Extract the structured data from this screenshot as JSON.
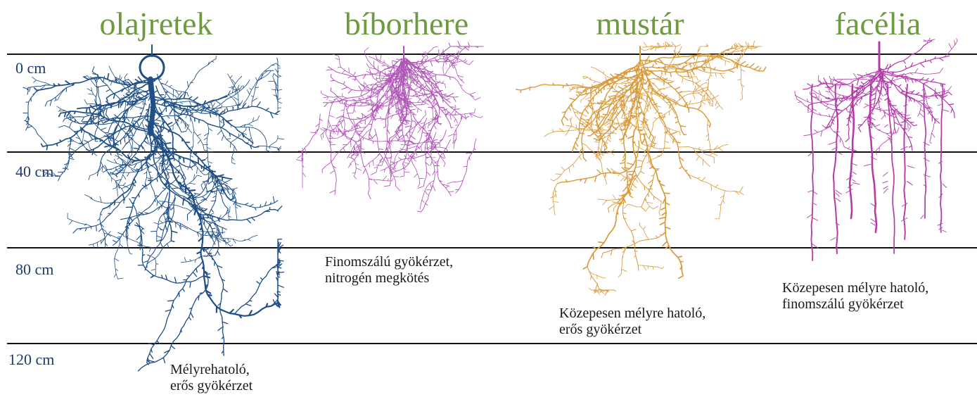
{
  "colors": {
    "title": "#6f9a3f",
    "depth_text": "#1d3a6b",
    "olajretek": "#1f4f86",
    "biborhere": "#b054b8",
    "mustar": "#d99a3a",
    "facelia": "#b33aa8",
    "lines": "#111111"
  },
  "plants": [
    {
      "key": "olajretek",
      "name": "olajretek",
      "caption": [
        "Mélyrehatoló,",
        "erős gyökérzet"
      ]
    },
    {
      "key": "biborhere",
      "name": "bíborhere",
      "caption": [
        "Finomszálú gyökérzet,",
        "nitrogén megkötés"
      ]
    },
    {
      "key": "mustar",
      "name": "mustár",
      "caption": [
        "Közepesen mélyre hatoló,",
        "erős gyökérzet"
      ]
    },
    {
      "key": "facelia",
      "name": "facélia",
      "caption": [
        "Közepesen mélyre hatoló,",
        "finomszálú gyökérzet"
      ]
    }
  ],
  "depths": [
    "0 cm",
    "40 cm",
    "80 cm",
    "120 cm"
  ],
  "icons": [
    "root-system-icon"
  ]
}
